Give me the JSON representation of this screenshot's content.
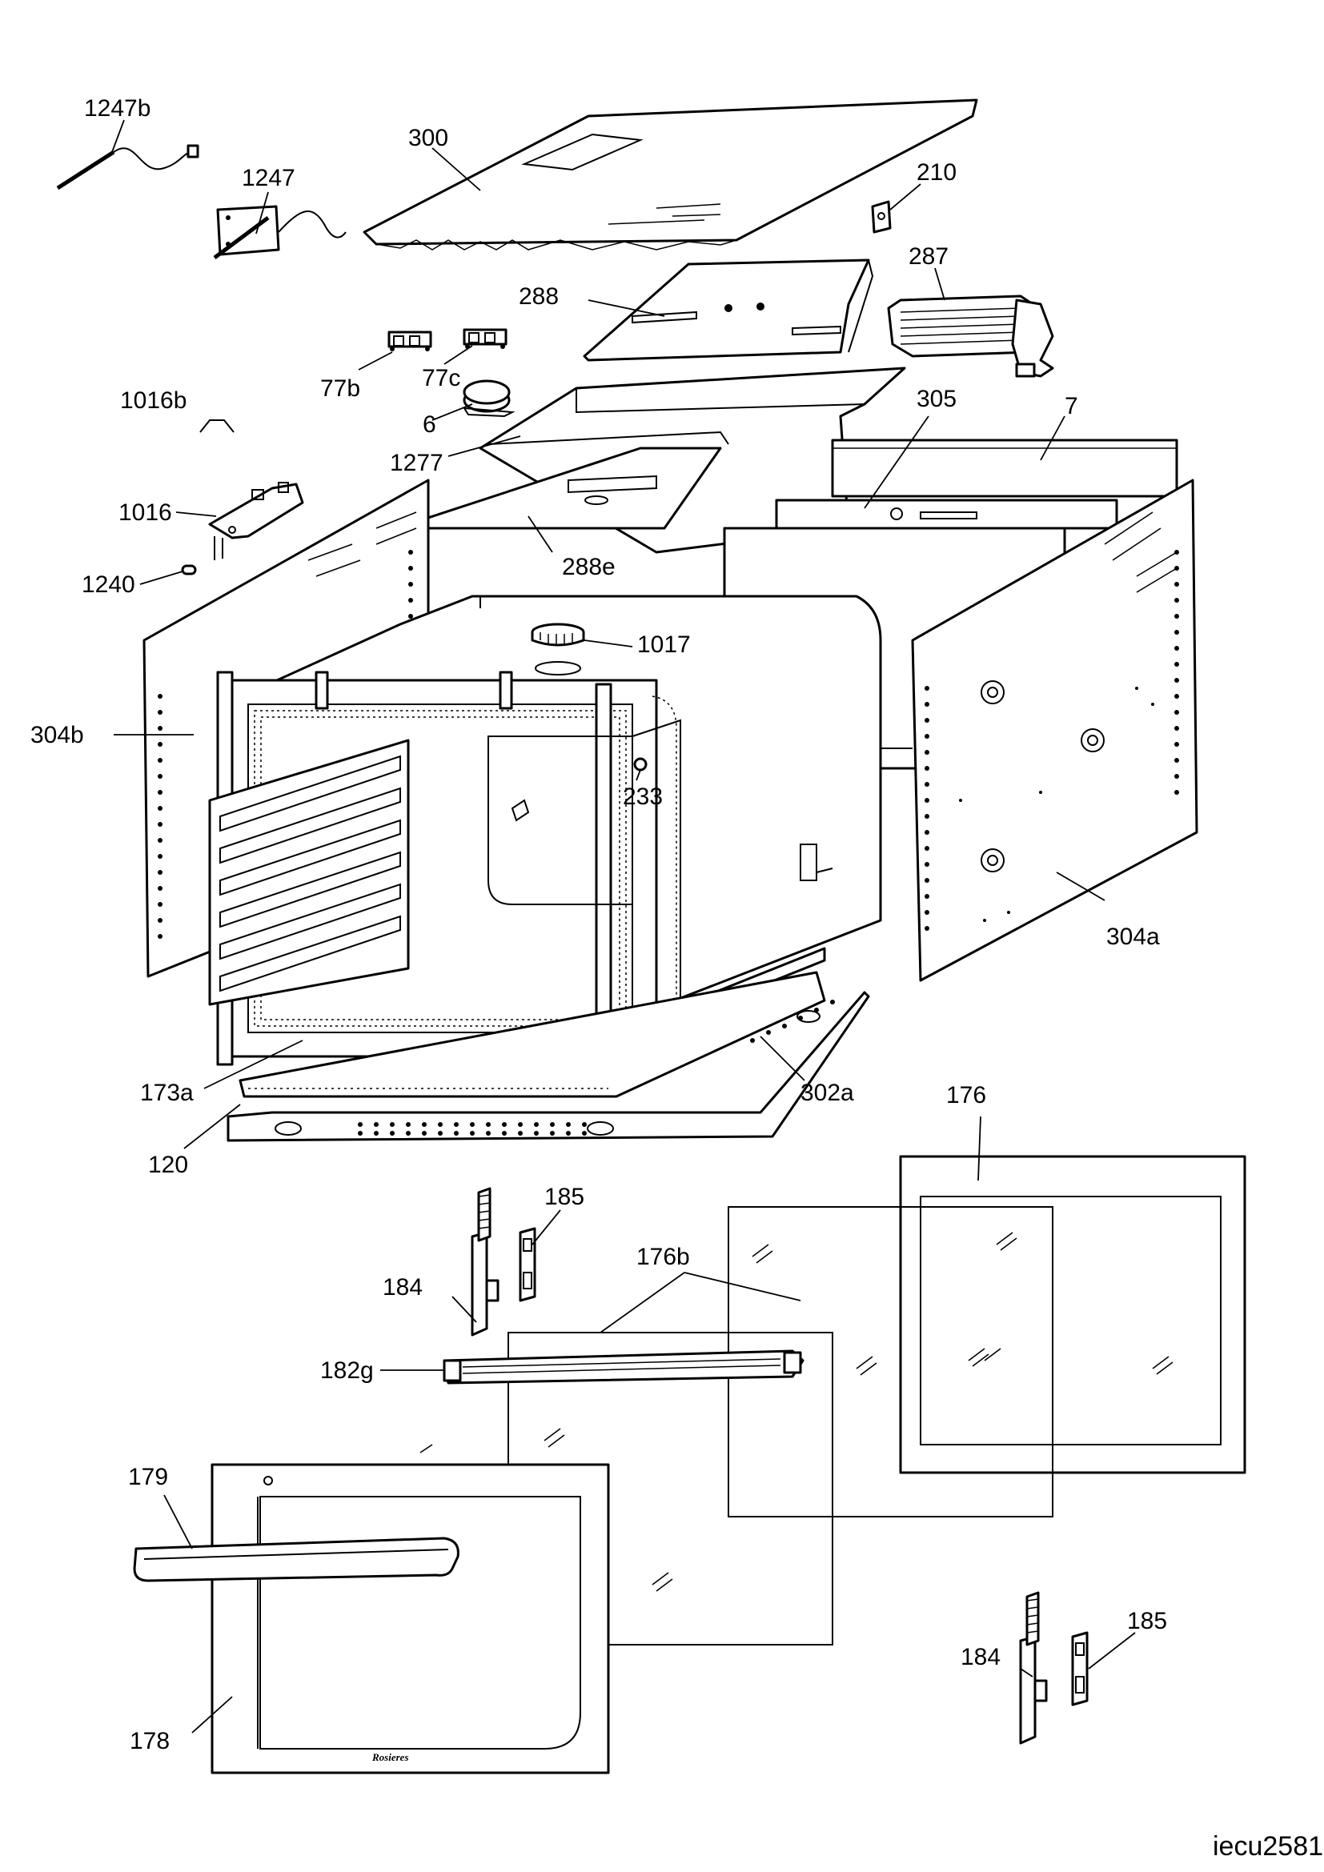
{
  "diagram": {
    "document_id": "iecu2581",
    "brand_mark": "Rosieres",
    "callouts": {
      "c1247b": "1247b",
      "c1247": "1247",
      "c300": "300",
      "c210": "210",
      "c287": "287",
      "c288": "288",
      "c77b": "77b",
      "c77c": "77c",
      "c1016b": "1016b",
      "c6": "6",
      "c305": "305",
      "c7": "7",
      "c1277": "1277",
      "c1016": "1016",
      "c288e": "288e",
      "c1240": "1240",
      "c1017": "1017",
      "c304b": "304b",
      "c233": "233",
      "c304a": "304a",
      "c173a": "173a",
      "c302a": "302a",
      "c120": "120",
      "c176": "176",
      "c185_top": "185",
      "c176b": "176b",
      "c184_top": "184",
      "c182g": "182g",
      "c179": "179",
      "c178": "178",
      "c184_bottom": "184",
      "c185_bottom": "185"
    }
  }
}
